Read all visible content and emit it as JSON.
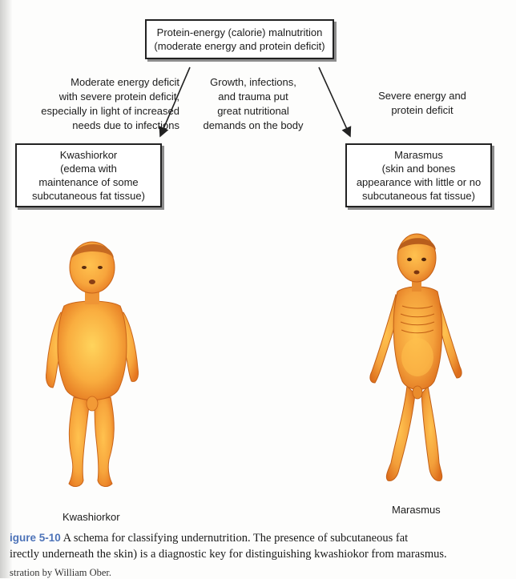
{
  "diagram": {
    "top_box": [
      "Protein-energy (calorie) malnutrition",
      "(moderate energy and protein deficit)"
    ],
    "left_note": [
      "Moderate energy deficit",
      "with severe protein deficit,",
      "especially in light of increased",
      "needs due to infections"
    ],
    "center_note": [
      "Growth, infections,",
      "and trauma put",
      "great nutritional",
      "demands on the body"
    ],
    "right_note": [
      "Severe energy and",
      "protein deficit"
    ],
    "left_box": [
      "Kwashiorkor",
      "(edema with",
      "maintenance of some",
      "subcutaneous fat tissue)"
    ],
    "right_box": [
      "Marasmus",
      "(skin and bones",
      "appearance with little or no",
      "subcutaneous fat tissue)"
    ],
    "left_figure_label": "Kwashiorkor",
    "right_figure_label": "Marasmus"
  },
  "caption": {
    "figure_number": "igure 5-10",
    "text": " A schema for classifying undernutrition. The presence of subcutaneous fat",
    "text_line2": "irectly underneath the skin) is a diagnostic key for distinguishing kwashiokor from marasmus.",
    "credit": "stration by William Ober."
  },
  "colors": {
    "skin_light": "#f7a53c",
    "skin_dark": "#e57620",
    "skin_highlight": "#ffc24f",
    "box_border": "#222222",
    "figure_link": "#4d73b8"
  }
}
